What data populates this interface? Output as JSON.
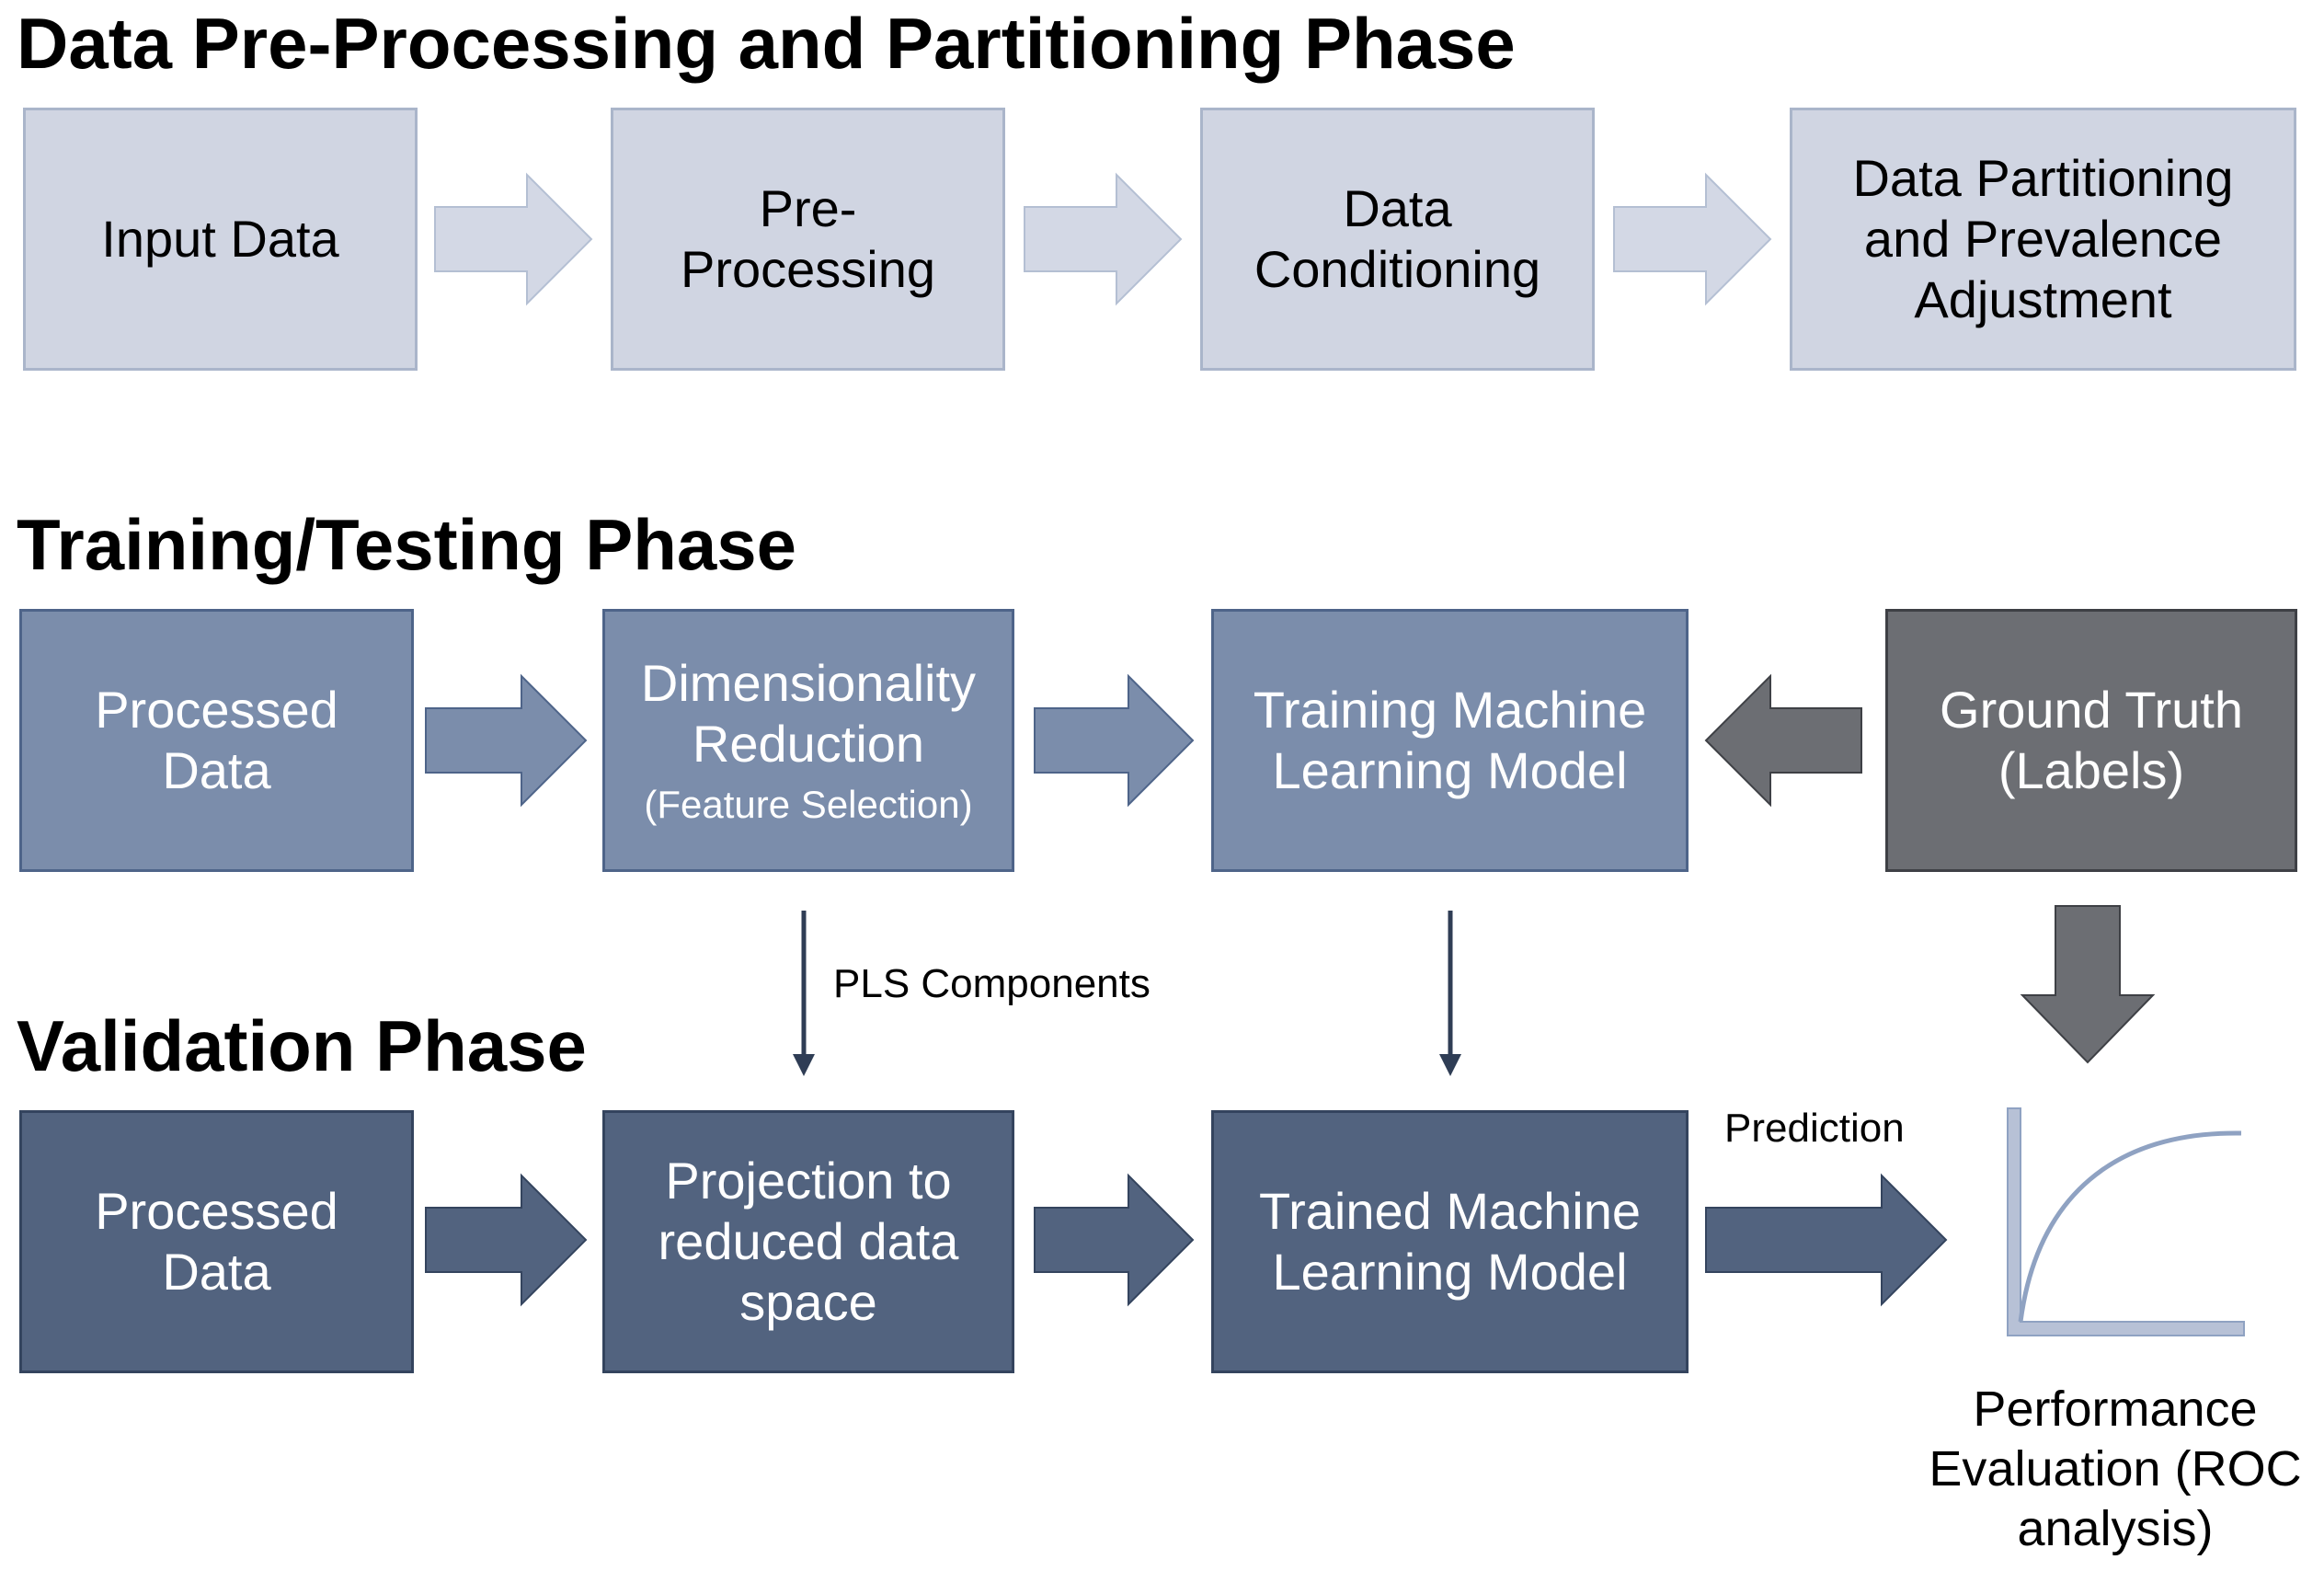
{
  "phases": {
    "preprocessing": "Data Pre-Processing and Partitioning Phase",
    "training": "Training/Testing Phase",
    "validation": "Validation Phase"
  },
  "row1": {
    "input_data": "Input Data",
    "pre_processing": [
      "Pre-",
      "Processing"
    ],
    "data_conditioning": [
      "Data",
      "Conditioning"
    ],
    "data_partitioning": [
      "Data Partitioning",
      "and Prevalence",
      "Adjustment"
    ]
  },
  "row2": {
    "processed_data": [
      "Processed",
      "Data"
    ],
    "dim_reduction": [
      "Dimensionality",
      "Reduction"
    ],
    "dim_reduction_sub": "(Feature Selection)",
    "training_model": [
      "Training Machine",
      "Learning Model"
    ],
    "ground_truth": [
      "Ground Truth",
      "(Labels)"
    ]
  },
  "row3": {
    "processed_data": [
      "Processed",
      "Data"
    ],
    "projection": [
      "Projection to",
      "reduced data",
      "space"
    ],
    "trained_model": [
      "Trained Machine",
      "Learning Model"
    ]
  },
  "labels": {
    "pls_components": "PLS Components",
    "prediction": "Prediction",
    "performance": [
      "Performance",
      "Evaluation (ROC",
      "analysis)"
    ]
  },
  "colors": {
    "light_box": "#d0d5e2",
    "mid_box": "#7b8dab",
    "dark_box": "#52637f",
    "gray_box": "#6c6e73",
    "light_arrow": "#d3d8e5",
    "roc_curve": "#8fa2c2"
  }
}
